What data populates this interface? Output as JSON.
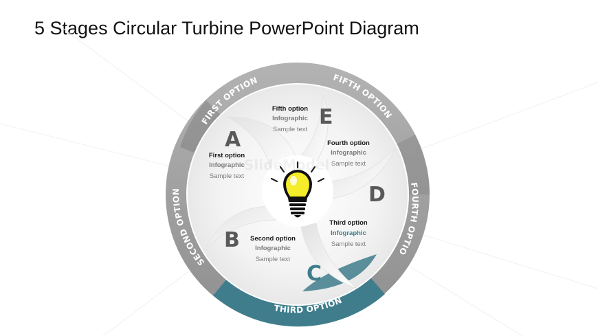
{
  "title": "5 Stages Circular Turbine PowerPoint Diagram",
  "watermark": "SlideModel",
  "colors": {
    "gray_ring": "#a3a3a3",
    "gray_dark": "#7f7f7f",
    "teal": "#3f7d8c",
    "letter": "#595959",
    "teal_letter": "#3f7d8c"
  },
  "ring_labels": {
    "first": "FIRST OPTION",
    "second": "SECOND OPTION",
    "third": "THIRD OPTION",
    "fourth": "FOURTH OPTION",
    "fifth": "FIFTH OPTION"
  },
  "stages": {
    "a": {
      "letter": "A",
      "title": "First option",
      "subtitle": "Infographic",
      "text": "Sample text"
    },
    "b": {
      "letter": "B",
      "title": "Second option",
      "subtitle": "Infographic",
      "text": "Sample text"
    },
    "c": {
      "letter": "C",
      "title": "Third option",
      "subtitle": "Infographic",
      "text": "Sample text"
    },
    "d": {
      "letter": "D",
      "title": "Fourth option",
      "subtitle": "Infographic",
      "text": "Sample text"
    },
    "e": {
      "letter": "E",
      "title": "Fifth option",
      "subtitle": "Infographic",
      "text": "Sample text"
    }
  },
  "center_icon": "lightbulb-icon"
}
